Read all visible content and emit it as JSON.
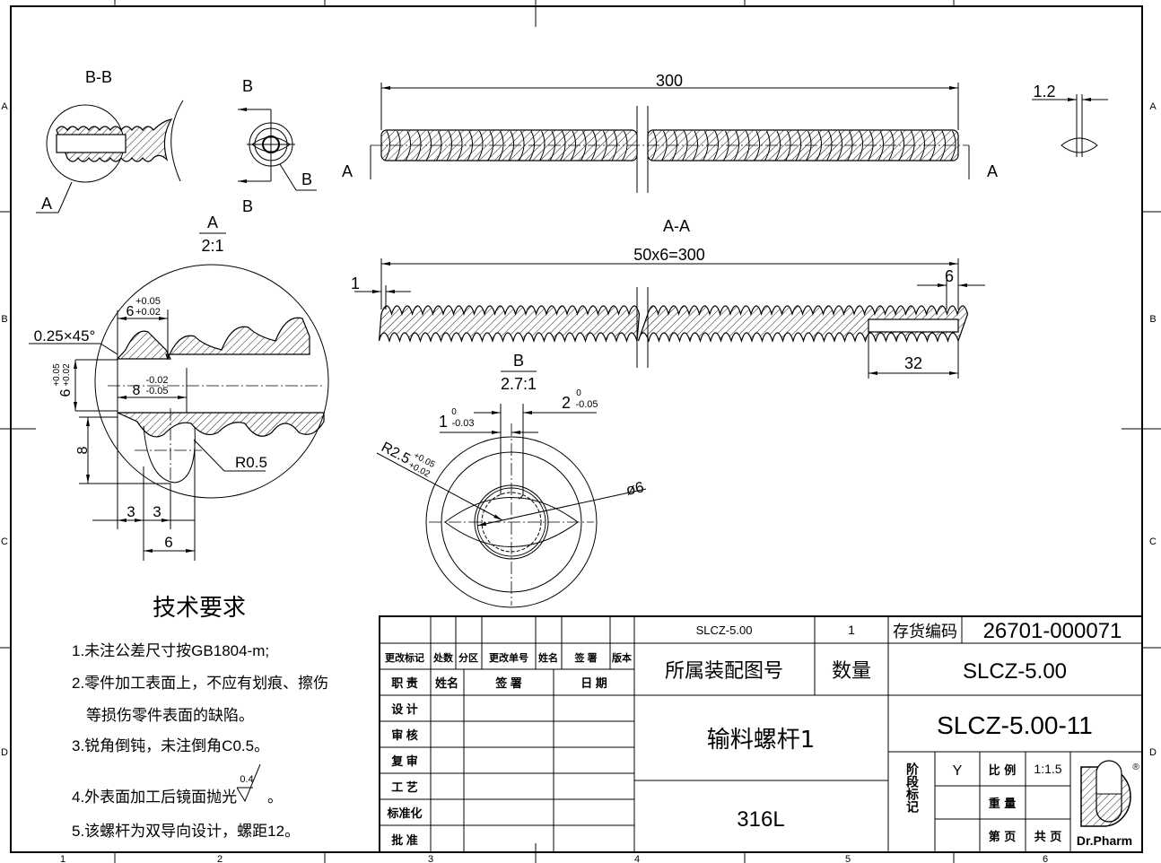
{
  "border": {
    "columns": [
      "1",
      "2",
      "3",
      "4",
      "5",
      "6"
    ],
    "rows": [
      "A",
      "B",
      "C",
      "D"
    ]
  },
  "views": {
    "section_bb": {
      "title": "B-B",
      "detail_label": "A"
    },
    "end_view": {
      "cut_label_top": "B",
      "cut_label_bottom": "B",
      "detail_label": "B"
    },
    "main": {
      "length_dim": "300",
      "section_mark_left": "A",
      "section_mark_right": "A"
    },
    "side": {
      "dim": "1.2"
    },
    "section_aa": {
      "title": "A-A",
      "dim_total": "50x6=300",
      "dim_left": "1",
      "dim_right": "6",
      "dim_bore": "32"
    },
    "detail_a": {
      "title": "A",
      "scale": "2:1",
      "chamfer": "0.25×45°",
      "pitch_dim": "6",
      "pitch_tol_upper": "+0.05",
      "pitch_tol_lower": "+0.02",
      "bore_dim": "6",
      "bore_tol_upper": "+0.05",
      "bore_tol_lower": "+0.02",
      "depth_dim": "8",
      "depth_tol_upper": "-0.02",
      "depth_tol_lower": "-0.05",
      "height_dim": "8",
      "radius": "R0.5",
      "dim_3a": "3",
      "dim_3b": "3",
      "dim_6": "6"
    },
    "detail_b": {
      "title": "B",
      "scale": "2.7:1",
      "slot_dim": "1",
      "slot_tol_upper": "0",
      "slot_tol_lower": "-0.03",
      "width_dim": "2",
      "width_tol_upper": "0",
      "width_tol_lower": "-0.05",
      "radius": "R2.5",
      "radius_tol_upper": "+0.05",
      "radius_tol_lower": "+0.02",
      "diameter": "ø6"
    }
  },
  "tech_requirements": {
    "title": "技术要求",
    "items": [
      "1.未注公差尺寸按GB1804-m;",
      "2.零件加工表面上，不应有划痕、擦伤",
      "等损伤零件表面的缺陷。",
      "3.锐角倒钝，未注倒角C0.5。",
      "4.外表面加工后镜面抛光",
      "5.该螺杆为双导向设计，螺距12。"
    ],
    "roughness": "0.4",
    "item4_suffix": "。"
  },
  "title_block": {
    "revision_headers": [
      "更改标记",
      "处数",
      "分区",
      "更改单号",
      "姓名",
      "签 署",
      "版本"
    ],
    "role_headers": [
      "职 责",
      "姓名",
      "签 署",
      "日 期"
    ],
    "roles": [
      "设 计",
      "审 核",
      "复 审",
      "工 艺",
      "标准化",
      "批 准"
    ],
    "assembly_drawing_no": "SLCZ-5.00",
    "quantity": "1",
    "assembly_label": "所属装配图号",
    "quantity_label": "数量",
    "part_name": "输料螺杆1",
    "material": "316L",
    "inventory_label": "存货编码",
    "inventory_code": "26701-000071",
    "product": "SLCZ-5.00",
    "drawing_no": "SLCZ-5.00-11",
    "stage_label": "阶段标记",
    "stage": "Y",
    "scale_label": "比 例",
    "scale": "1:1.5",
    "weight_label": "重 量",
    "page_label": "第    页",
    "total_label": "共    页",
    "logo": "Dr.Pharm",
    "registered": "®"
  }
}
